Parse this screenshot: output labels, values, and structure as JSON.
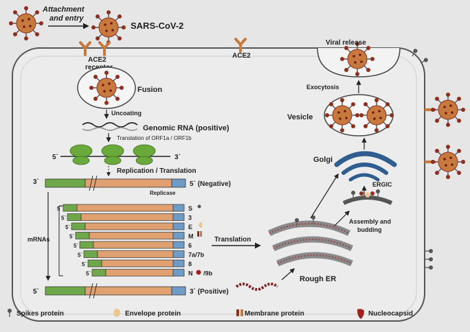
{
  "labels": {
    "attachment_line1": "Attachment",
    "attachment_line2": "and entry",
    "virus": "SARS-CoV-2",
    "ace2_receptor_line1": "ACE2",
    "ace2_receptor_line2": "receptor",
    "ace2": "ACE2",
    "fusion": "Fusion",
    "uncoating": "Uncoating",
    "genomic_rna": "Genomic RNA (positive)",
    "translation_orf": "Translation of ORF1a / ORF1b",
    "five_prime": "5`",
    "three_prime": "3`",
    "replication_translation": "Replication / Translation",
    "negative": "5` (Negative)",
    "replicase": "Replicase",
    "mrnas": "mRNAs",
    "positive": "3` (Positive)",
    "translation": "Translation",
    "rough_er": "Rough ER",
    "golgi": "Golgi",
    "ergic": "ERGIC",
    "assembly_line1": "Assembly and",
    "assembly_line2": "budding",
    "vesicle": "Vesicle",
    "exocytosis": "Exocytosis",
    "viral_release": "Viral release"
  },
  "mrna_genes": [
    "S",
    "3",
    "E",
    "M",
    "6",
    "7a/7b",
    "8",
    "N",
    "/9b"
  ],
  "legend": {
    "spikes": "Spikes protein",
    "envelope": "Envelope protein",
    "membrane": "Membrane protein",
    "nucleocapsid": "Nucleocapsid"
  },
  "colors": {
    "virus_body": "#c8793e",
    "spike": "#8f2d1f",
    "genome_green": "#6fa84a",
    "genome_orange": "#e0a070",
    "genome_blue": "#6e9cc7",
    "golgi_blue": "#2f5d8f",
    "ribosome": "#6aaa3a",
    "er_dot": "#a03030"
  }
}
